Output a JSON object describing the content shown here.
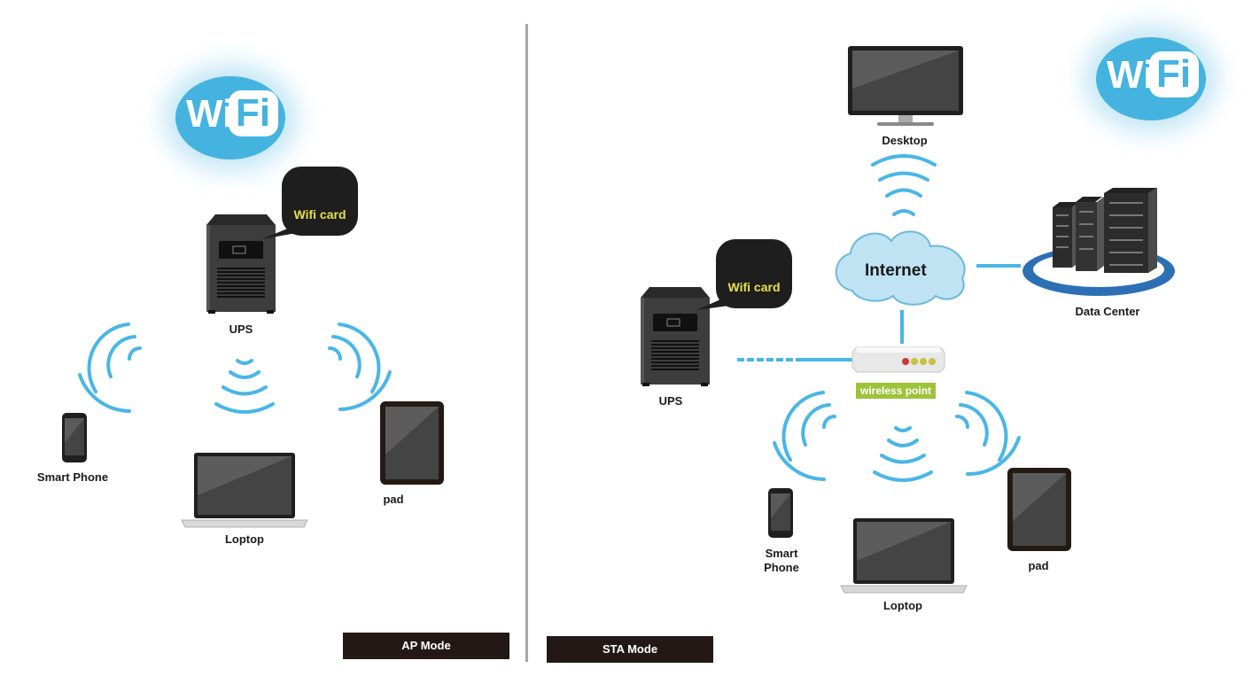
{
  "colors": {
    "wave": "#49b6e6",
    "device_dark": "#2c2c2c",
    "label_bar": "#231815",
    "wifi_blue": "#45b3e0",
    "wifi_card_text": "#e6e04a",
    "wireless_point_label": "#9cc33a"
  },
  "ap_mode": {
    "wifi_logo": {
      "wi": "Wi",
      "fi": "Fi"
    },
    "wifi_card_label": "Wifi card",
    "ups_label": "UPS",
    "smartphone_label": "Smart Phone",
    "laptop_label": "Loptop",
    "pad_label": "pad",
    "mode_label": "AP Mode"
  },
  "sta_mode": {
    "wifi_logo": {
      "wi": "Wi",
      "fi": "Fi"
    },
    "desktop_label": "Desktop",
    "internet_label": "Internet",
    "datacenter_label": "Data Center",
    "wifi_card_label": "Wifi card",
    "ups_label": "UPS",
    "wireless_point_label": "wireless point",
    "smartphone_label_line1": "Smart",
    "smartphone_label_line2": "Phone",
    "laptop_label": "Loptop",
    "pad_label": "pad",
    "mode_label": "STA Mode"
  }
}
